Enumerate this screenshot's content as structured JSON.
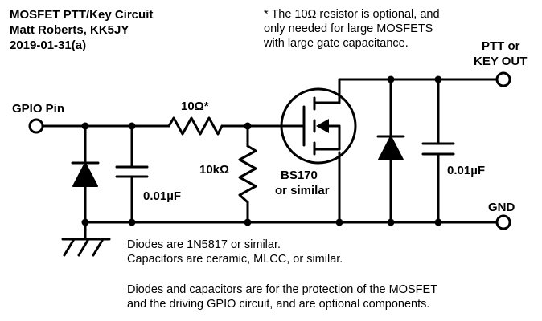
{
  "title": {
    "line1": "MOSFET PTT/Key Circuit",
    "line2": "Matt Roberts, KK5JY",
    "line3": "2019-01-31(a)"
  },
  "note": {
    "line1": "* The 10Ω resistor is optional, and",
    "line2": "only needed for large MOSFETS",
    "line3": "with large gate capacitance."
  },
  "labels": {
    "gpio_pin": "GPIO Pin",
    "ptt_line1": "PTT or",
    "ptt_line2": "KEY OUT",
    "gnd": "GND",
    "r_series": "10Ω*",
    "r_pulldown": "10kΩ",
    "cap_left": "0.01µF",
    "cap_right": "0.01µF",
    "mosfet_line1": "BS170",
    "mosfet_line2": "or similar"
  },
  "notes_bottom": {
    "line1": "Diodes are 1N5817 or similar.",
    "line2": "Capacitors are ceramic, MLCC, or similar.",
    "line3": "Diodes and capacitors are for the protection of the MOSFET",
    "line4": "and the driving GPIO circuit, and are optional components."
  }
}
